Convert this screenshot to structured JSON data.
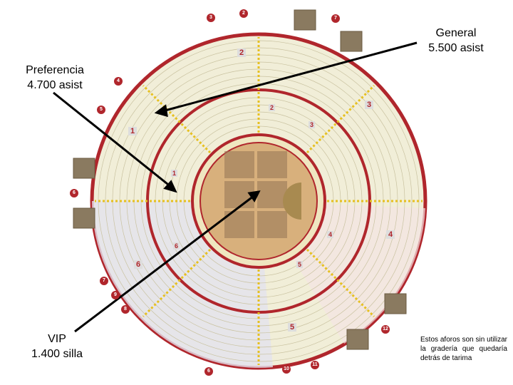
{
  "labels": {
    "general": {
      "name": "General",
      "capacity": "5.500 asist"
    },
    "preferencia": {
      "name": "Preferencia",
      "capacity": "4.700 asist"
    },
    "vip": {
      "name": "VIP",
      "capacity": "1.400 silla"
    }
  },
  "note": "Estos aforos son sin utilizar la gradería que quedaría detrás de tarima",
  "outer_sections": [
    "1",
    "2",
    "3",
    "4",
    "5",
    "6"
  ],
  "inner_sections": [
    "1",
    "2",
    "3",
    "4",
    "5",
    "6"
  ],
  "gates": [
    "3",
    "2",
    "7",
    "4",
    "5",
    "6",
    "7",
    "8",
    "9",
    "10",
    "11",
    "12",
    "6"
  ],
  "colors": {
    "ring": "#b0262c",
    "seats": "#f3efd6",
    "arena": "#d8b07c",
    "vip_zone": "#dcdcec",
    "accent": "#f0d020"
  }
}
